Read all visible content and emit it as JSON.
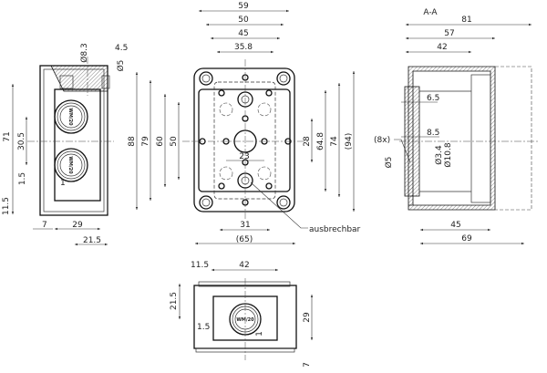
{
  "side_view": {
    "dims": {
      "d8_3": "Ø8.3",
      "d4_5": "4.5",
      "d5": "Ø5",
      "d71": "71",
      "d30_5": "30.5",
      "d1_5": "1.5",
      "d1": "1",
      "d11_5": "11.5",
      "d7": "7",
      "d29": "29",
      "d21_5": "21.5"
    },
    "gland_logo": "WM/20"
  },
  "front_view": {
    "dims": {
      "d59": "59",
      "d50_top": "50",
      "d45": "45",
      "d35_8": "35.8",
      "d88": "88",
      "d79": "79",
      "d60": "60",
      "d50_left": "50",
      "d28": "28",
      "d64_8": "64.8",
      "d74": "74",
      "d94": "(94)",
      "d23": "23",
      "d31": "31",
      "d65": "(65)"
    },
    "callout": "ausbrechbar"
  },
  "section_view": {
    "title": "A-A",
    "dims": {
      "d81": "81",
      "d57": "57",
      "d42": "42",
      "d6_5": "6.5",
      "d8_5": "8.5",
      "count": "(8x)",
      "d3_4": "Ø3.4",
      "d10_8": "Ø10.8",
      "d5": "Ø5",
      "d45": "45",
      "d69": "69"
    }
  },
  "bottom_view": {
    "dims": {
      "d11_5": "11.5",
      "d42": "42",
      "d21_5": "21.5",
      "d29": "29",
      "d1_5": "1.5",
      "d1": "1",
      "d7": "7"
    },
    "gland_logo": "WM/20"
  }
}
